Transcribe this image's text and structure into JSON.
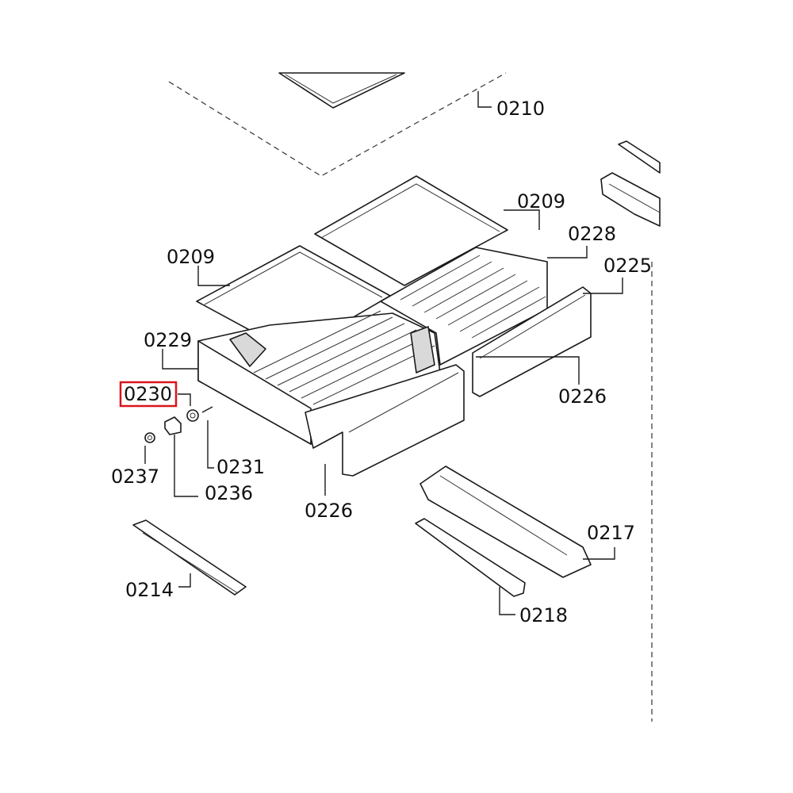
{
  "diagram": {
    "highlight_color": "#d9141c",
    "highlighted_part": "0230",
    "callouts": {
      "c0210": "0210",
      "c0209a": "0209",
      "c0209b": "0209",
      "c0228": "0228",
      "c0225": "0225",
      "c0229": "0229",
      "c0230": "0230",
      "c0226a": "0226",
      "c0226b": "0226",
      "c0231": "0231",
      "c0237": "0237",
      "c0236": "0236",
      "c0217": "0217",
      "c0214": "0214",
      "c0218": "0218"
    }
  }
}
